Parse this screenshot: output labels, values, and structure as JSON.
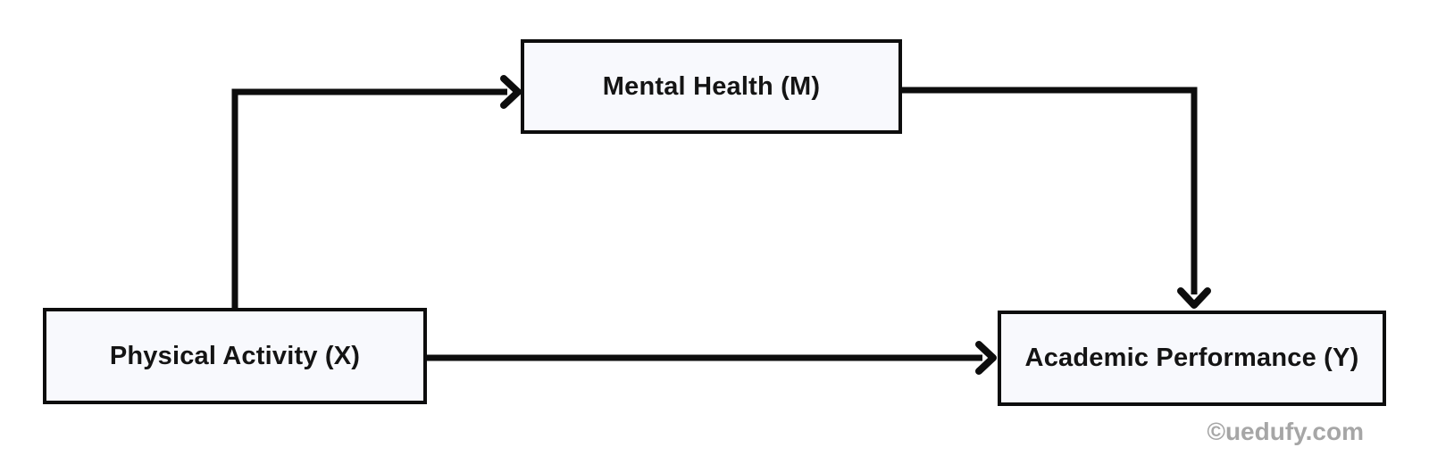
{
  "diagram": {
    "type": "mediation-model",
    "nodes": [
      {
        "id": "mediator",
        "label": "Mental Health (M)"
      },
      {
        "id": "independent",
        "label": "Physical Activity (X)"
      },
      {
        "id": "dependent",
        "label": "Academic Performance (Y)"
      }
    ],
    "edges": [
      {
        "from": "Physical Activity (X)",
        "to": "Mental Health (M)",
        "style": "elbow-up-right-arrow"
      },
      {
        "from": "Mental Health (M)",
        "to": "Academic Performance (Y)",
        "style": "elbow-right-down-arrow"
      },
      {
        "from": "Physical Activity (X)",
        "to": "Academic Performance (Y)",
        "style": "straight-right-arrow"
      }
    ],
    "watermark": "©uedufy.com",
    "colors": {
      "line": "#0d0d0d",
      "node_fill": "#f8f9fd",
      "background": "#ffffff",
      "watermark": "#a6a6a6"
    }
  }
}
